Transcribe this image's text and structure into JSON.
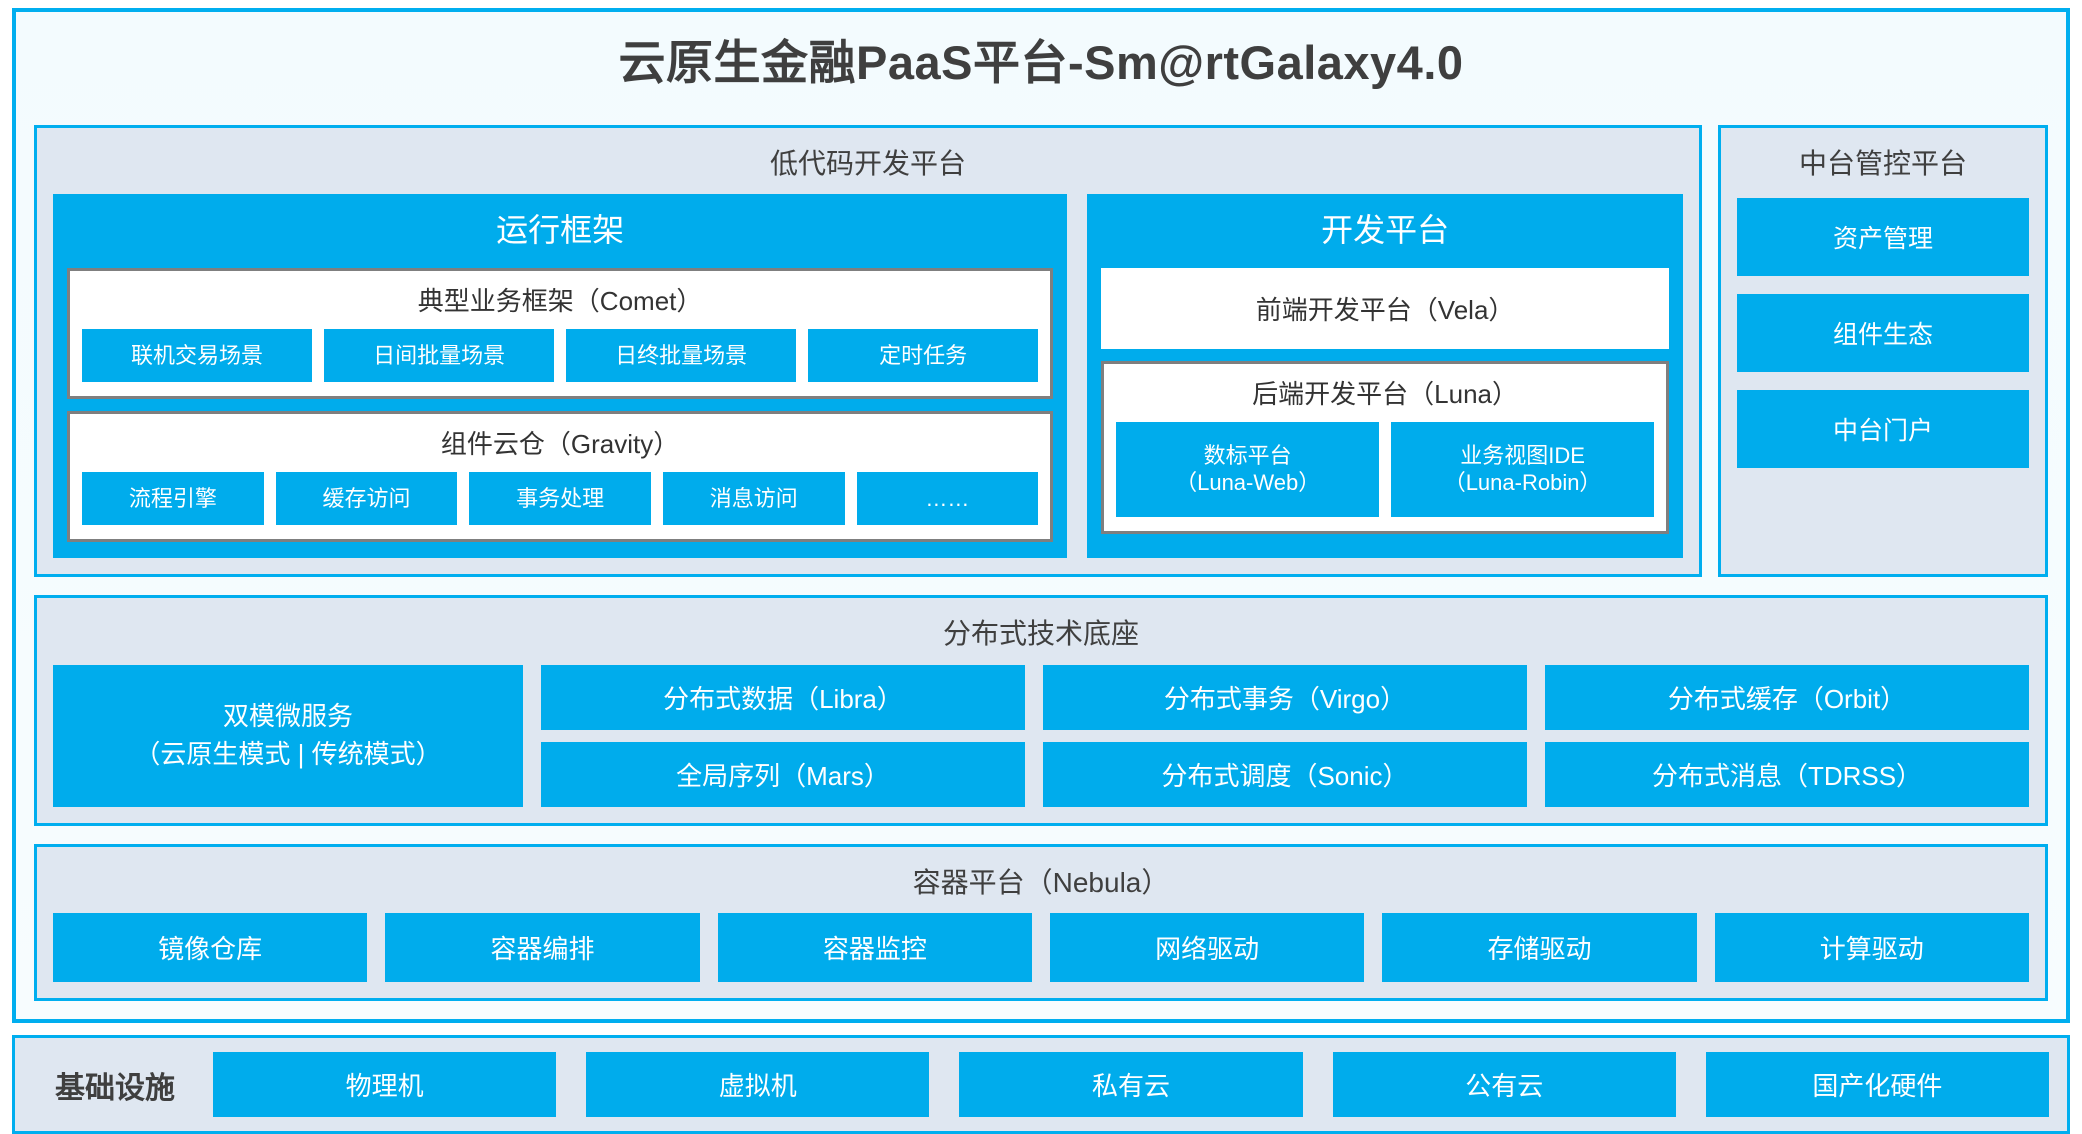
{
  "diagram": {
    "title": "云原生金融PaaS平台-Sm@rtGalaxy4.0",
    "colors": {
      "accent_blue": "#00ACEC",
      "border_blue": "#00AEEF",
      "panel_bg": "#DFE7F1",
      "card_bg": "#F5FBFE",
      "inner_border_grey": "#7F7F7F",
      "text_dark": "#3F3F3F"
    }
  },
  "lowcode": {
    "title": "低代码开发平台",
    "runtime": {
      "title": "运行框架",
      "comet": {
        "title": "典型业务框架（Comet）",
        "items": [
          "联机交易场景",
          "日间批量场景",
          "日终批量场景",
          "定时任务"
        ]
      },
      "gravity": {
        "title": "组件云仓（Gravity）",
        "items": [
          "流程引擎",
          "缓存访问",
          "事务处理",
          "消息访问",
          "……"
        ]
      }
    },
    "devplatform": {
      "title": "开发平台",
      "frontend": "前端开发平台（Vela）",
      "backend": {
        "title": "后端开发平台（Luna）",
        "items": [
          "数标平台\n（Luna-Web）",
          "业务视图IDE\n（Luna-Robin）"
        ],
        "items_line1": [
          "数标平台",
          "业务视图IDE"
        ],
        "items_line2": [
          "（Luna-Web）",
          "（Luna-Robin）"
        ]
      }
    }
  },
  "midoffice": {
    "title": "中台管控平台",
    "items": [
      "资产管理",
      "组件生态",
      "中台门户"
    ]
  },
  "distributed": {
    "title": "分布式技术底座",
    "wide_card_line1": "双模微服务",
    "wide_card_line2": "（云原生模式 | 传统模式）",
    "columns": [
      [
        "分布式数据（Libra）",
        "全局序列（Mars）"
      ],
      [
        "分布式事务（Virgo）",
        "分布式调度（Sonic）"
      ],
      [
        "分布式缓存（Orbit）",
        "分布式消息（TDRSS）"
      ]
    ]
  },
  "container": {
    "title": "容器平台（Nebula）",
    "items": [
      "镜像仓库",
      "容器编排",
      "容器监控",
      "网络驱动",
      "存储驱动",
      "计算驱动"
    ]
  },
  "infrastructure": {
    "label": "基础设施",
    "items": [
      "物理机",
      "虚拟机",
      "私有云",
      "公有云",
      "国产化硬件"
    ]
  }
}
